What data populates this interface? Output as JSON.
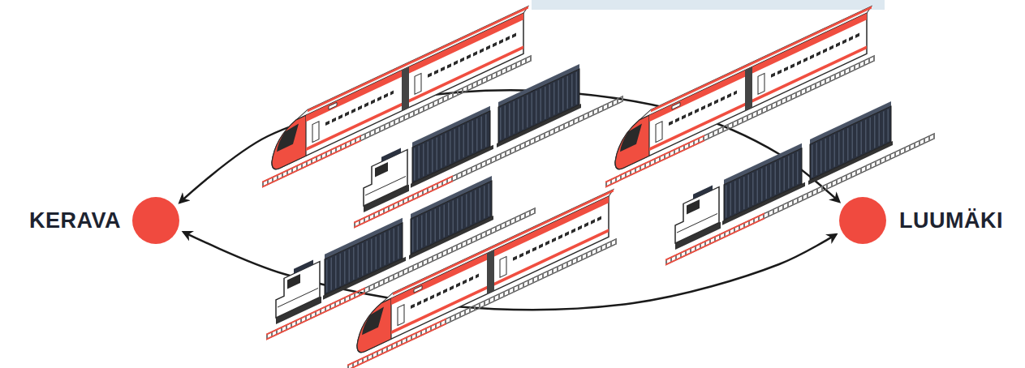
{
  "diagram": {
    "nodes": [
      {
        "text": [
          "KERAVA"
        ]
      },
      {
        "text": [
          "LUUMÄKI"
        ]
      }
    ],
    "edges": [
      {
        "from": 0,
        "to": 1,
        "arrow": "both"
      },
      {
        "from": 0,
        "to": 1,
        "arrow": "both"
      }
    ]
  }
}
